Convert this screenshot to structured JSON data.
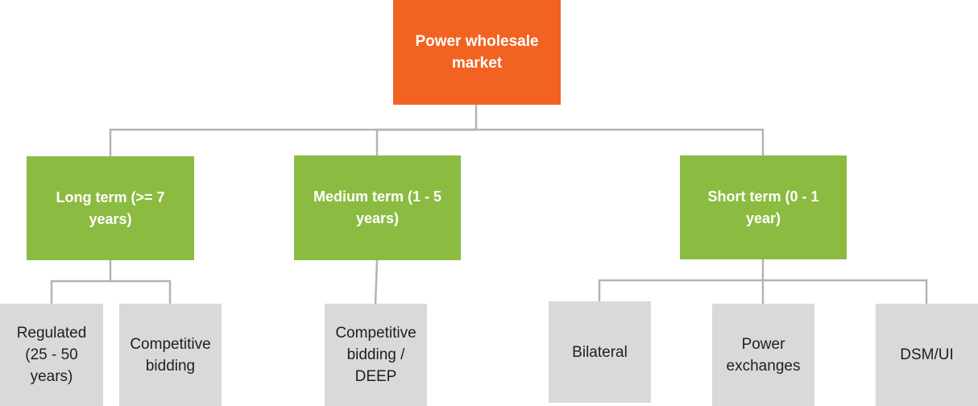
{
  "colors": {
    "root_fill": "#f26322",
    "mid_fill": "#8cbb41",
    "leaf_fill": "#d9d9d9",
    "connector": "#b3b3b3"
  },
  "root": {
    "label": "Power wholesale\nmarket"
  },
  "terms": [
    {
      "label": "Long term (>= 7\nyears)"
    },
    {
      "label": "Medium term (1 - 5\nyears)"
    },
    {
      "label": "Short term (0 - 1\nyear)"
    }
  ],
  "instruments": [
    {
      "label": "Regulated\n(25 - 50\nyears)"
    },
    {
      "label": "Competitive\nbidding"
    },
    {
      "label": "Competitive\nbidding /\nDEEP"
    },
    {
      "label": "Bilateral"
    },
    {
      "label": "Power\nexchanges"
    },
    {
      "label": "DSM/UI"
    }
  ]
}
